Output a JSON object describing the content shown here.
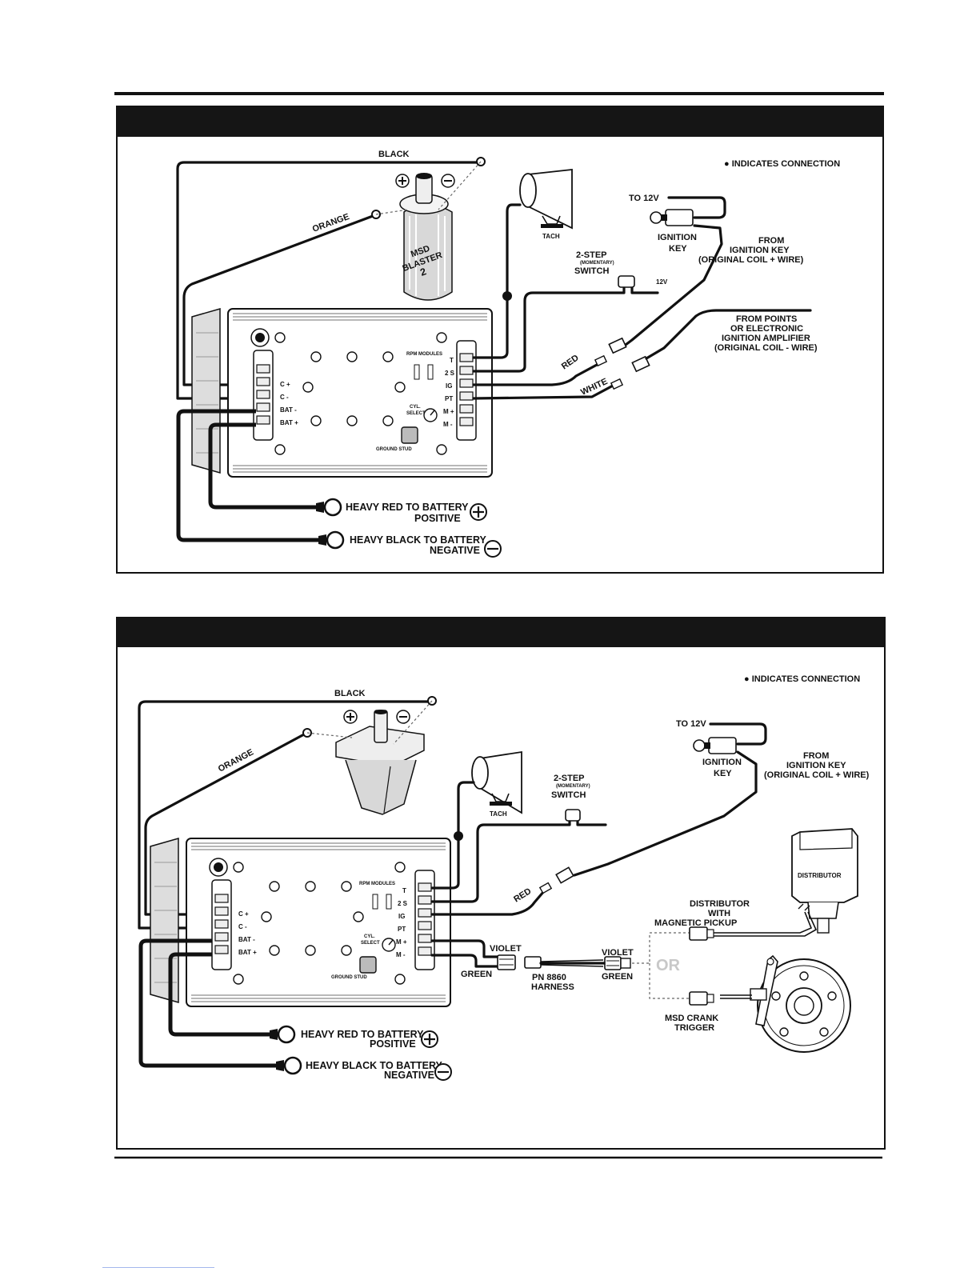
{
  "legend": "● INDICATES CONNECTION",
  "common": {
    "black": "BLACK",
    "orange": "ORANGE",
    "tach": "TACH",
    "two_step": "2-STEP",
    "momentary": "(MOMENTARY)",
    "switch": "SWITCH",
    "to_12v": "TO 12V",
    "ignition": "IGNITION",
    "key": "KEY",
    "from_key_1": "FROM",
    "from_key_2": "IGNITION KEY",
    "from_key_3": "(ORIGINAL COIL + WIRE)",
    "red": "RED",
    "rpm_modules": "RPM MODULES",
    "cyl": "CYL.",
    "select": "SELECT",
    "ground_stud": "GROUND STUD",
    "heavy_red": "HEAVY RED  TO BATTERY",
    "positive": "POSITIVE",
    "heavy_black": "HEAVY BLACK  TO BATTERY",
    "negative": "NEGATIVE",
    "left_terms": [
      "C +",
      "C -",
      "BAT -",
      "BAT +"
    ],
    "right_terms": [
      "T",
      "2 S",
      "IG",
      "PT",
      "M +",
      "M -"
    ]
  },
  "diagram1": {
    "coil_brand_1": "MSD",
    "coil_brand_2": "BLASTER",
    "coil_brand_3": "2",
    "v12": "12V",
    "white": "WHITE",
    "from_points_1": "FROM POINTS",
    "from_points_2": "OR ELECTRONIC",
    "from_points_3": "IGNITION AMPLIFIER",
    "from_points_4": "(ORIGINAL COIL - WIRE)"
  },
  "diagram2": {
    "violet": "VIOLET",
    "green": "GREEN",
    "pn_1": "PN 8860",
    "pn_2": "HARNESS",
    "distributor": "DISTRIBUTOR",
    "dist_1": "DISTRIBUTOR",
    "dist_2": "WITH",
    "dist_3": "MAGNETIC PICKUP",
    "or": "OR",
    "crank_1": "MSD CRANK",
    "crank_2": "TRIGGER"
  }
}
